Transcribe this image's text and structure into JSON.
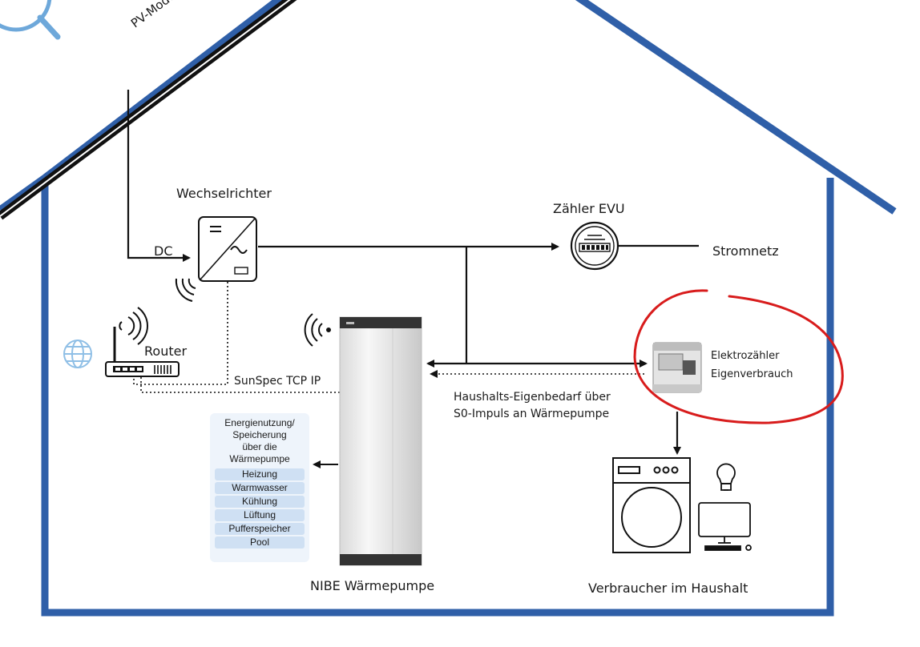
{
  "labels": {
    "pv_modules": "PV-Module",
    "inverter": "Wechselrichter",
    "dc": "DC",
    "meter_evu": "Zähler EVU",
    "grid": "Stromnetz",
    "router": "Router",
    "sunspec": "SunSpec TCP IP",
    "sub_meter_line1": "Elektrozähler",
    "sub_meter_line2": "Eigenverbrauch",
    "s0_line1": "Haushalts-Eigenbedarf über",
    "s0_line2": "S0-Impuls an Wärmepumpe",
    "heat_pump": "NIBE Wärmepumpe",
    "consumers": "Verbraucher im Haushalt",
    "energy_title": "Energienutzung/\nSpeicherung\nüber die\nWärmepumpe"
  },
  "energy_uses": [
    "Heizung",
    "Warmwasser",
    "Kühlung",
    "Lüftung",
    "Pufferspeicher",
    "Pool"
  ],
  "colors": {
    "house_outline": "#2f5fa8",
    "highlight_circle": "#d81c1c",
    "energy_panel": "#eef4fb",
    "energy_item": "#cfe0f3",
    "globe": "#8fbfe6"
  }
}
